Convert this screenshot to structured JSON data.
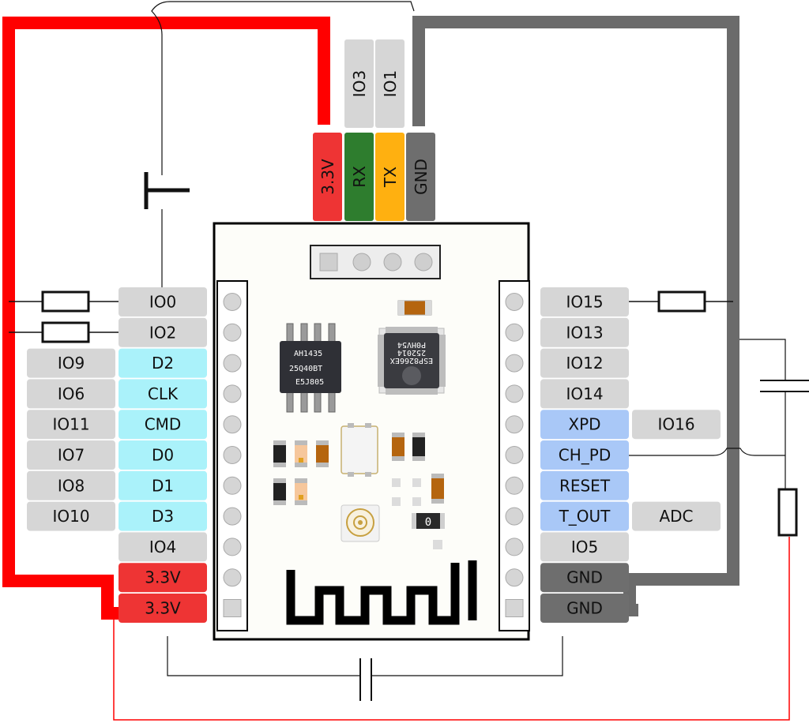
{
  "header": {
    "top_pins": [
      "IO3",
      "IO1"
    ],
    "serial_pins": [
      "3.3V",
      "RX",
      "TX",
      "GND"
    ]
  },
  "left_pins": {
    "inner": [
      "IO0",
      "IO2",
      "D2",
      "CLK",
      "CMD",
      "D0",
      "D1",
      "D3",
      "IO4",
      "3.3V",
      "3.3V"
    ],
    "outer": [
      "IO9",
      "IO6",
      "IO11",
      "IO7",
      "IO8",
      "IO10"
    ]
  },
  "right_pins": {
    "inner": [
      "IO15",
      "IO13",
      "IO12",
      "IO14",
      "XPD",
      "CH_PD",
      "RESET",
      "T_OUT",
      "IO5",
      "GND",
      "GND"
    ],
    "outer": [
      "IO16",
      "ADC"
    ]
  },
  "board": {
    "flash_chip": [
      "AH1435",
      "25Q40BT",
      "E5J805"
    ],
    "mcu_chip": [
      "ESP8266EX",
      "252014",
      "P0HV54"
    ],
    "resistor_label": "0"
  },
  "colors": {
    "power": "#ff0000",
    "ground_wire": "#6b6b6b",
    "rx": "#2e7d2e",
    "tx": "#ffb010",
    "gnd_pin": "#6e6e6e",
    "gray_pin": "#d6d6d6",
    "cyan_pin": "#aaf2fa",
    "blue_pin": "#a9c8f7",
    "red_pin": "#ee3434"
  }
}
